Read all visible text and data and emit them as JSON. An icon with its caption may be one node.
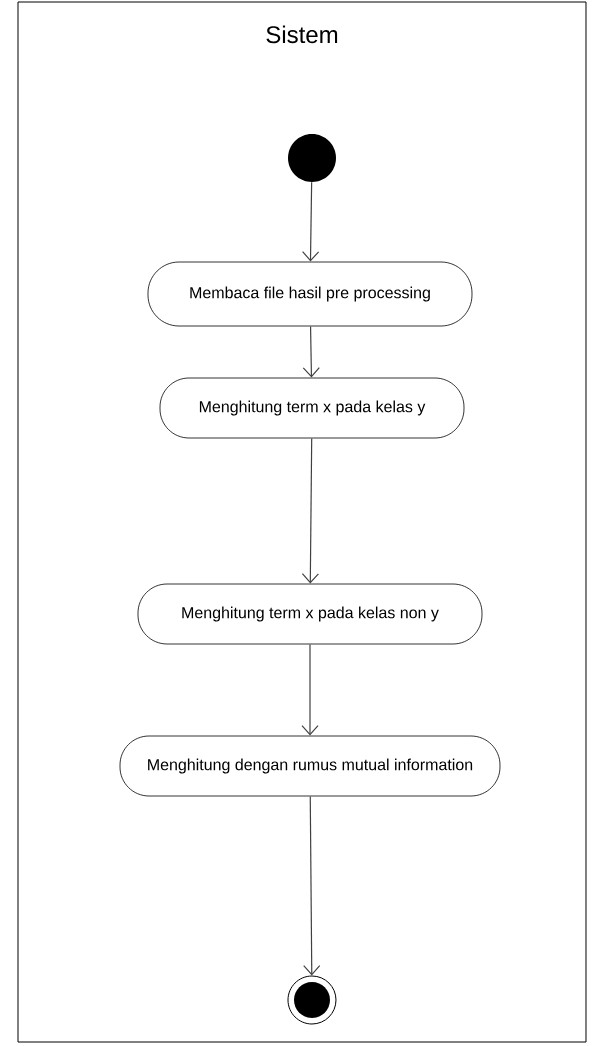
{
  "diagram": {
    "nodes": [
      {
        "text": [
          "Sistem"
        ]
      },
      {
        "text": [],
        "shape": "circle",
        "in": 0
      },
      {
        "text": [
          "Membaca file hasil pre processing"
        ],
        "in": 0
      },
      {
        "text": [
          "Menghitung term x pada kelas y"
        ],
        "in": 0
      },
      {
        "text": [
          "Menghitung term x pada kelas non y"
        ],
        "in": 0
      },
      {
        "text": [
          "Menghitung dengan rumus mutual information"
        ],
        "in": 0
      },
      {
        "text": [],
        "shape": "circle",
        "in": 0
      }
    ],
    "edges": [
      {
        "from": 1,
        "to": 2,
        "arrow": "to"
      },
      {
        "from": 2,
        "to": 3,
        "arrow": "to"
      },
      {
        "from": 3,
        "to": 4,
        "arrow": "to"
      },
      {
        "from": 4,
        "to": 5,
        "arrow": "to"
      },
      {
        "from": 5,
        "to": 6,
        "arrow": "to"
      }
    ]
  }
}
